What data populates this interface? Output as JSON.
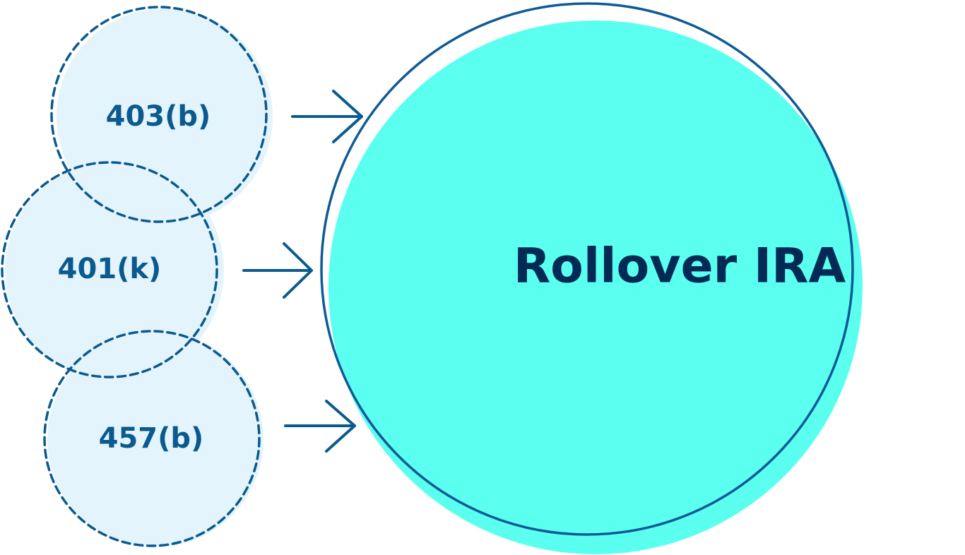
{
  "diagram": {
    "type": "flow",
    "description": "Retirement plan types rolling over into a Rollover IRA",
    "sources": [
      {
        "label": "403(b)"
      },
      {
        "label": "401(k)"
      },
      {
        "label": "457(b)"
      }
    ],
    "destination": {
      "label": "Rollover IRA"
    },
    "connections": [
      {
        "from": "403(b)",
        "to": "Rollover IRA",
        "icon": "arrow-right-icon"
      },
      {
        "from": "401(k)",
        "to": "Rollover IRA",
        "icon": "arrow-right-icon"
      },
      {
        "from": "457(b)",
        "to": "Rollover IRA",
        "icon": "arrow-right-icon"
      }
    ]
  },
  "colors": {
    "source_fill": "#e3f4fd",
    "source_outline": "#0b5a8f",
    "source_text": "#0b5a8f",
    "arrow": "#0b5a8f",
    "destination_fill": "#5affef",
    "destination_outline": "#0f5a96",
    "destination_text": "#032a55",
    "background": "#ffffff"
  }
}
